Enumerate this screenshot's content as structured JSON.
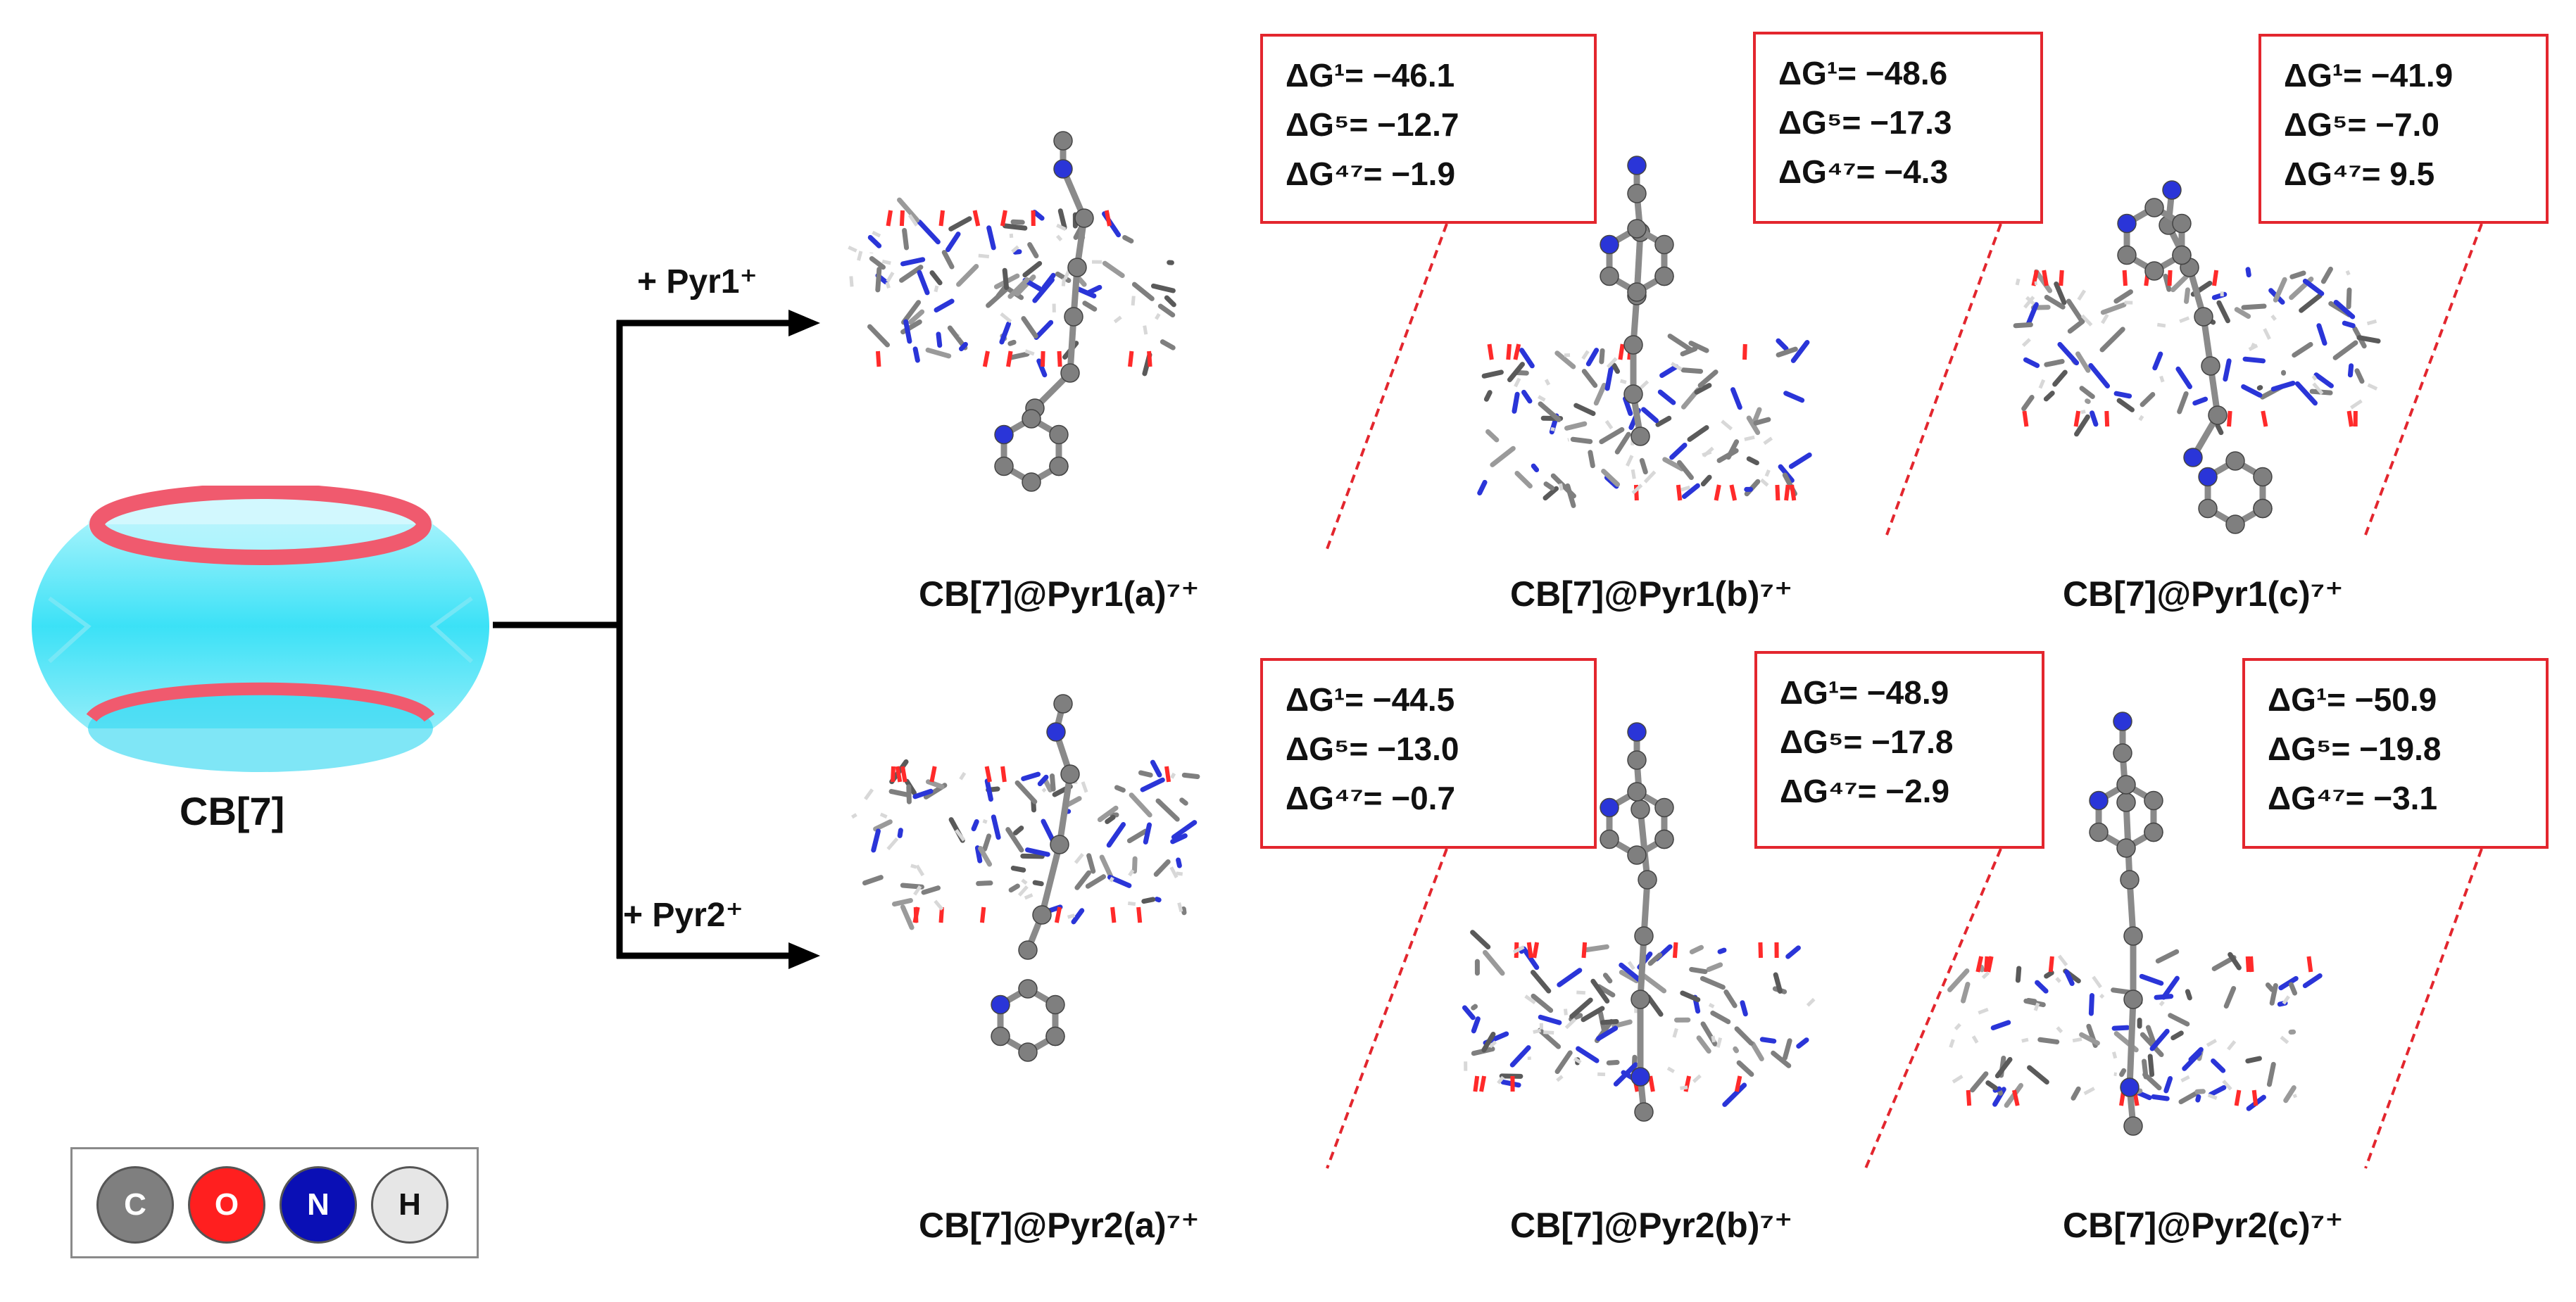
{
  "host": {
    "name": "CB[7]"
  },
  "arrows": [
    {
      "label": "+ Pyr1⁺"
    },
    {
      "label": "+ Pyr2⁺"
    }
  ],
  "complexes": [
    {
      "name": "CB[7]@Pyr1(a)⁽ⁱ⁾⁺",
      "dG1": "ΔG¹= −46.1",
      "dG5": "ΔG⁵= −12.7",
      "dG47": "ΔG⁴⁷= −1.9"
    },
    {
      "name": "CB[7]@Pyr1(b)",
      "dG1": "",
      "dG5": "",
      "dG47": ""
    }
  ],
  "legend": {
    "atoms": [
      {
        "symbol": "C",
        "fill": "#7f7f7f",
        "text_color": "#ffffff"
      },
      {
        "symbol": "O",
        "fill": "#ff1f1f",
        "text_color": "#ffffff"
      },
      {
        "symbol": "N",
        "fill": "#0a0fb5",
        "text_color": "#ffffff"
      },
      {
        "symbol": "H",
        "fill": "#e6e6e6",
        "text_color": "#111111"
      }
    ]
  },
  "colors": {
    "box_border": "#e3262e",
    "leader_line": "#e3262e",
    "carbon": "#7f7f7f",
    "nitrogen": "#2a35d8",
    "oxygen": "#ff2a2a",
    "hydrogen": "#d8d8d8",
    "cb_body": "#19dcf5",
    "cb_rim": "#f05a6e"
  }
}
